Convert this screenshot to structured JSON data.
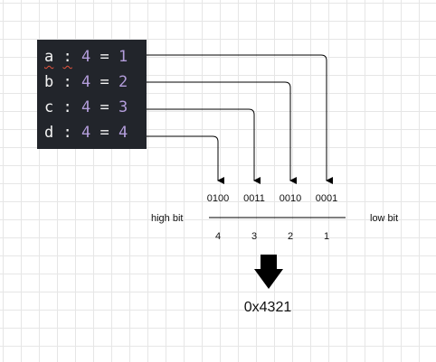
{
  "code_lines": [
    {
      "field": "a",
      "width": "4",
      "value": "1",
      "squiggle": true
    },
    {
      "field": "b",
      "width": "4",
      "value": "2",
      "squiggle": false
    },
    {
      "field": "c",
      "width": "4",
      "value": "3",
      "squiggle": false
    },
    {
      "field": "d",
      "width": "4",
      "value": "4",
      "squiggle": false
    }
  ],
  "colon": ":",
  "equals": "=",
  "bit_groups": [
    "0100",
    "0011",
    "0010",
    "0001"
  ],
  "indices": [
    "4",
    "3",
    "2",
    "1"
  ],
  "labels": {
    "high": "high bit",
    "low": "low bit"
  },
  "result": "0x4321",
  "colors": {
    "code_bg": "#22252b",
    "number": "#b39ddb",
    "squiggle": "#e5533d",
    "line": "#000000"
  }
}
